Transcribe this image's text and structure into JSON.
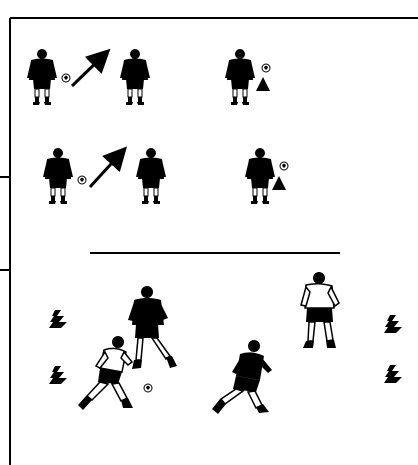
{
  "diagram": {
    "kind": "soccer-drill-illustration",
    "ink_color": "#000000",
    "paper_color": "#ffffff",
    "sections": [
      {
        "name": "upper-drill",
        "rows": [
          {
            "players": 3,
            "pass_arrows": 1,
            "balls": 2,
            "cones": 1
          },
          {
            "players": 3,
            "pass_arrows": 1,
            "balls": 2,
            "cones": 1
          }
        ]
      },
      {
        "name": "lower-game",
        "players": 4,
        "balls": 1,
        "cones": 4
      }
    ]
  }
}
